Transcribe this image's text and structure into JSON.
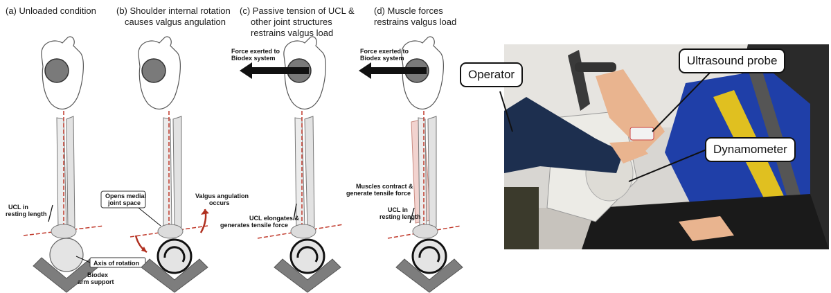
{
  "panels": [
    {
      "id": "a",
      "title_lines": [
        "(a) Unloaded condition"
      ]
    },
    {
      "id": "b",
      "title_lines": [
        "(b) Shoulder internal rotation",
        "causes valgus angulation"
      ]
    },
    {
      "id": "c",
      "title_lines": [
        "(c) Passive tension of UCL &",
        "other joint structures",
        "restrains valgus load"
      ]
    },
    {
      "id": "d",
      "title_lines": [
        "(d) Muscle forces",
        "restrains valgus load"
      ]
    }
  ],
  "labels": {
    "ucl_resting": [
      "UCL in",
      "resting length"
    ],
    "axis_rotation": "Axis of rotation",
    "biodex_arm": [
      "Biodex",
      "arm support"
    ],
    "opens_medial": [
      "Opens medial",
      "joint space"
    ],
    "valgus_angulation": [
      "Valgus angulation",
      "occurs"
    ],
    "force_exerted": [
      "Force exerted to",
      "Biodex system"
    ],
    "ucl_elongates": [
      "UCL elongates &",
      "generates tensile force"
    ],
    "muscles_contract": [
      "Muscles contract &",
      "generate tensile force"
    ],
    "ucl_resting_d": [
      "UCL in",
      "resting length"
    ]
  },
  "photo_callouts": {
    "operator": "Operator",
    "ultrasound": "Ultrasound probe",
    "dynamometer": "Dynamometer"
  },
  "colors": {
    "bone": "#e8e8e8",
    "ball": "#7a7a7a",
    "arrow": "#111111",
    "axis": "#c0392b",
    "support": "#7d7d7d"
  }
}
